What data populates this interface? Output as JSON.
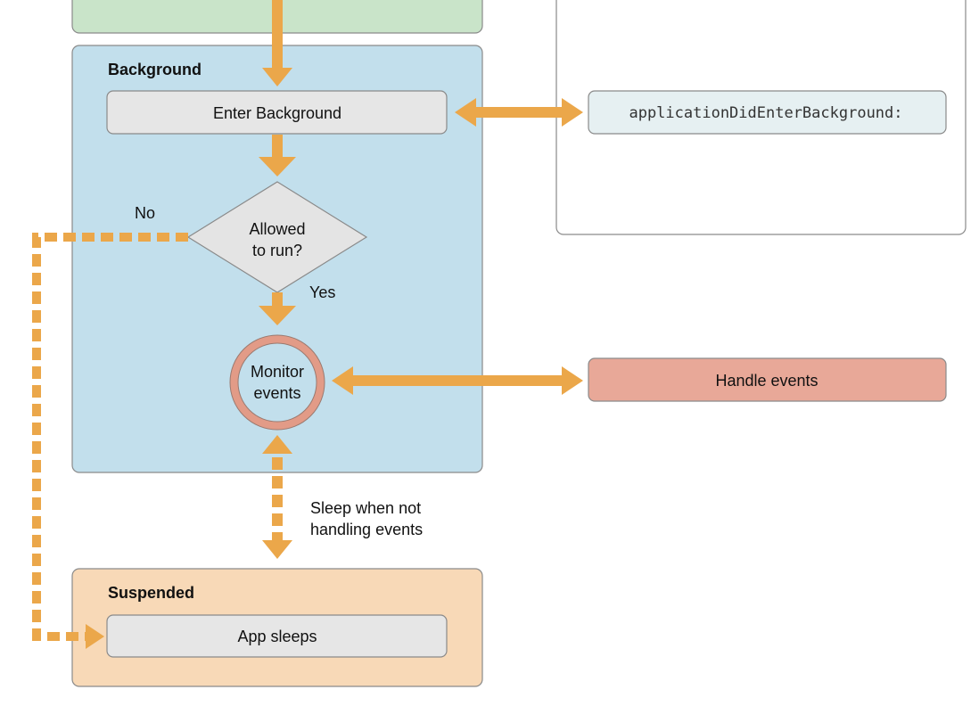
{
  "colors": {
    "arrow": "#EBA74A",
    "foreground_fill": "#C9E4C9",
    "background_fill": "#C2DFEC",
    "suspended_fill": "#F8D9B7",
    "step_fill": "#E6E6E6",
    "method_fill": "#E6F0F2",
    "handle_fill": "#E8A898",
    "monitor_ring": "#E29B87"
  },
  "background": {
    "title": "Background",
    "enter_step": "Enter Background",
    "decision": {
      "line1": "Allowed",
      "line2": "to run?"
    },
    "no_label": "No",
    "yes_label": "Yes",
    "monitor": {
      "line1": "Monitor",
      "line2": "events"
    }
  },
  "delegate": {
    "method": "applicationDidEnterBackground:"
  },
  "handle_events": "Handle events",
  "sleep_note": {
    "line1": "Sleep when not",
    "line2": "handling events"
  },
  "suspended": {
    "title": "Suspended",
    "step": "App sleeps"
  }
}
